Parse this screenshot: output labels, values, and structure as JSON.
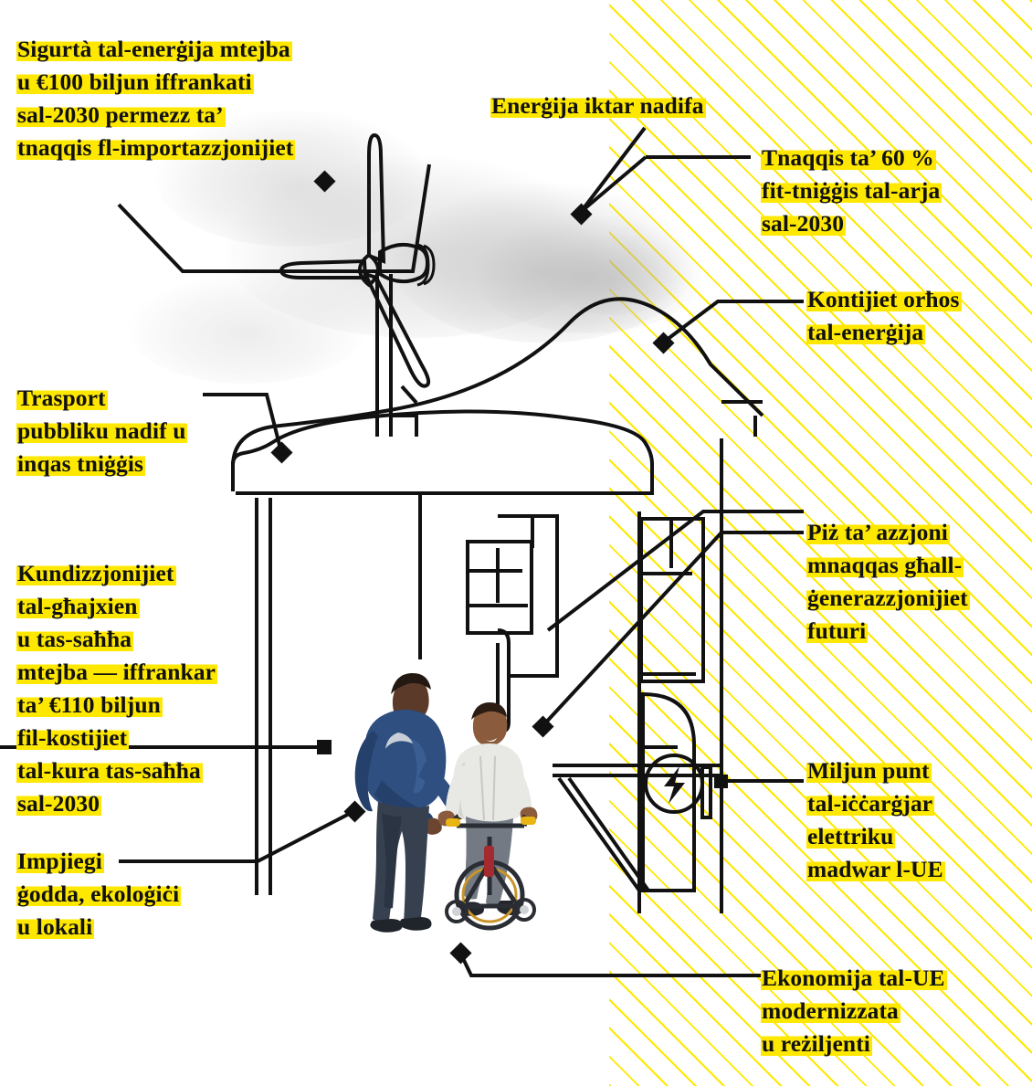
{
  "meta": {
    "kind": "infographic",
    "theme_colors": {
      "highlight_yellow": "#ffe800",
      "line_black": "#111111",
      "hatch_yellow": "#ffe800",
      "background": "#ffffff"
    }
  },
  "labels": {
    "energy_security": {
      "name": "energy-security-label",
      "lines": [
        "Sigurtà tal-enerġija mtejba",
        "u €100 biljun iffrankati",
        "sal-2030 permezz ta’",
        "tnaqqis fl-importazzjonijiet"
      ]
    },
    "cleaner_energy": {
      "name": "cleaner-energy-label",
      "lines": [
        "Enerġija iktar nadifa"
      ]
    },
    "air_pollution": {
      "name": "air-pollution-label",
      "lines": [
        "Tnaqqis ta’ 60 %",
        "fit-tniġġis tal-arja",
        "sal-2030"
      ]
    },
    "cheaper_bills": {
      "name": "cheaper-energy-bills-label",
      "lines": [
        "Kontijiet orħos",
        "tal-enerġija"
      ]
    },
    "public_transport": {
      "name": "public-transport-label",
      "lines": [
        "Trasport",
        "pubbliku nadif u",
        "inqas tniġġis"
      ]
    },
    "living_conditions": {
      "name": "living-conditions-label",
      "lines": [
        "Kundizzjonijiet",
        "tal-għajxien",
        "u tas-saħħa",
        "mtejba — iffrankar",
        "ta’ €110 biljun",
        "fil-kostijiet",
        "tal-kura tas-saħħa",
        "sal-2030"
      ]
    },
    "green_jobs": {
      "name": "green-jobs-label",
      "lines": [
        "Impjiegi",
        "ġodda, ekoloġiċi",
        "u lokali"
      ]
    },
    "future_generations": {
      "name": "future-generations-label",
      "lines": [
        "Piż ta’ azzjoni",
        "mnaqqas għall-",
        "ġenerazzjonijiet",
        "futuri"
      ]
    },
    "charging_points": {
      "name": "charging-points-label",
      "lines": [
        "Miljun punt",
        "tal-iċċarġjar",
        "elettriku",
        "madwar l-UE"
      ]
    },
    "modern_economy": {
      "name": "modern-economy-label",
      "lines": [
        "Ekonomija tal-UE",
        "modernizzata",
        "u reżiljenti"
      ]
    }
  },
  "illustration": {
    "elements": [
      "wind-turbine",
      "cloud",
      "bus-dome",
      "house-outline",
      "solar-panel",
      "ev-charging-station",
      "lightning-bolt-icon",
      "bench",
      "man-and-boy-on-bicycle-photo"
    ]
  }
}
